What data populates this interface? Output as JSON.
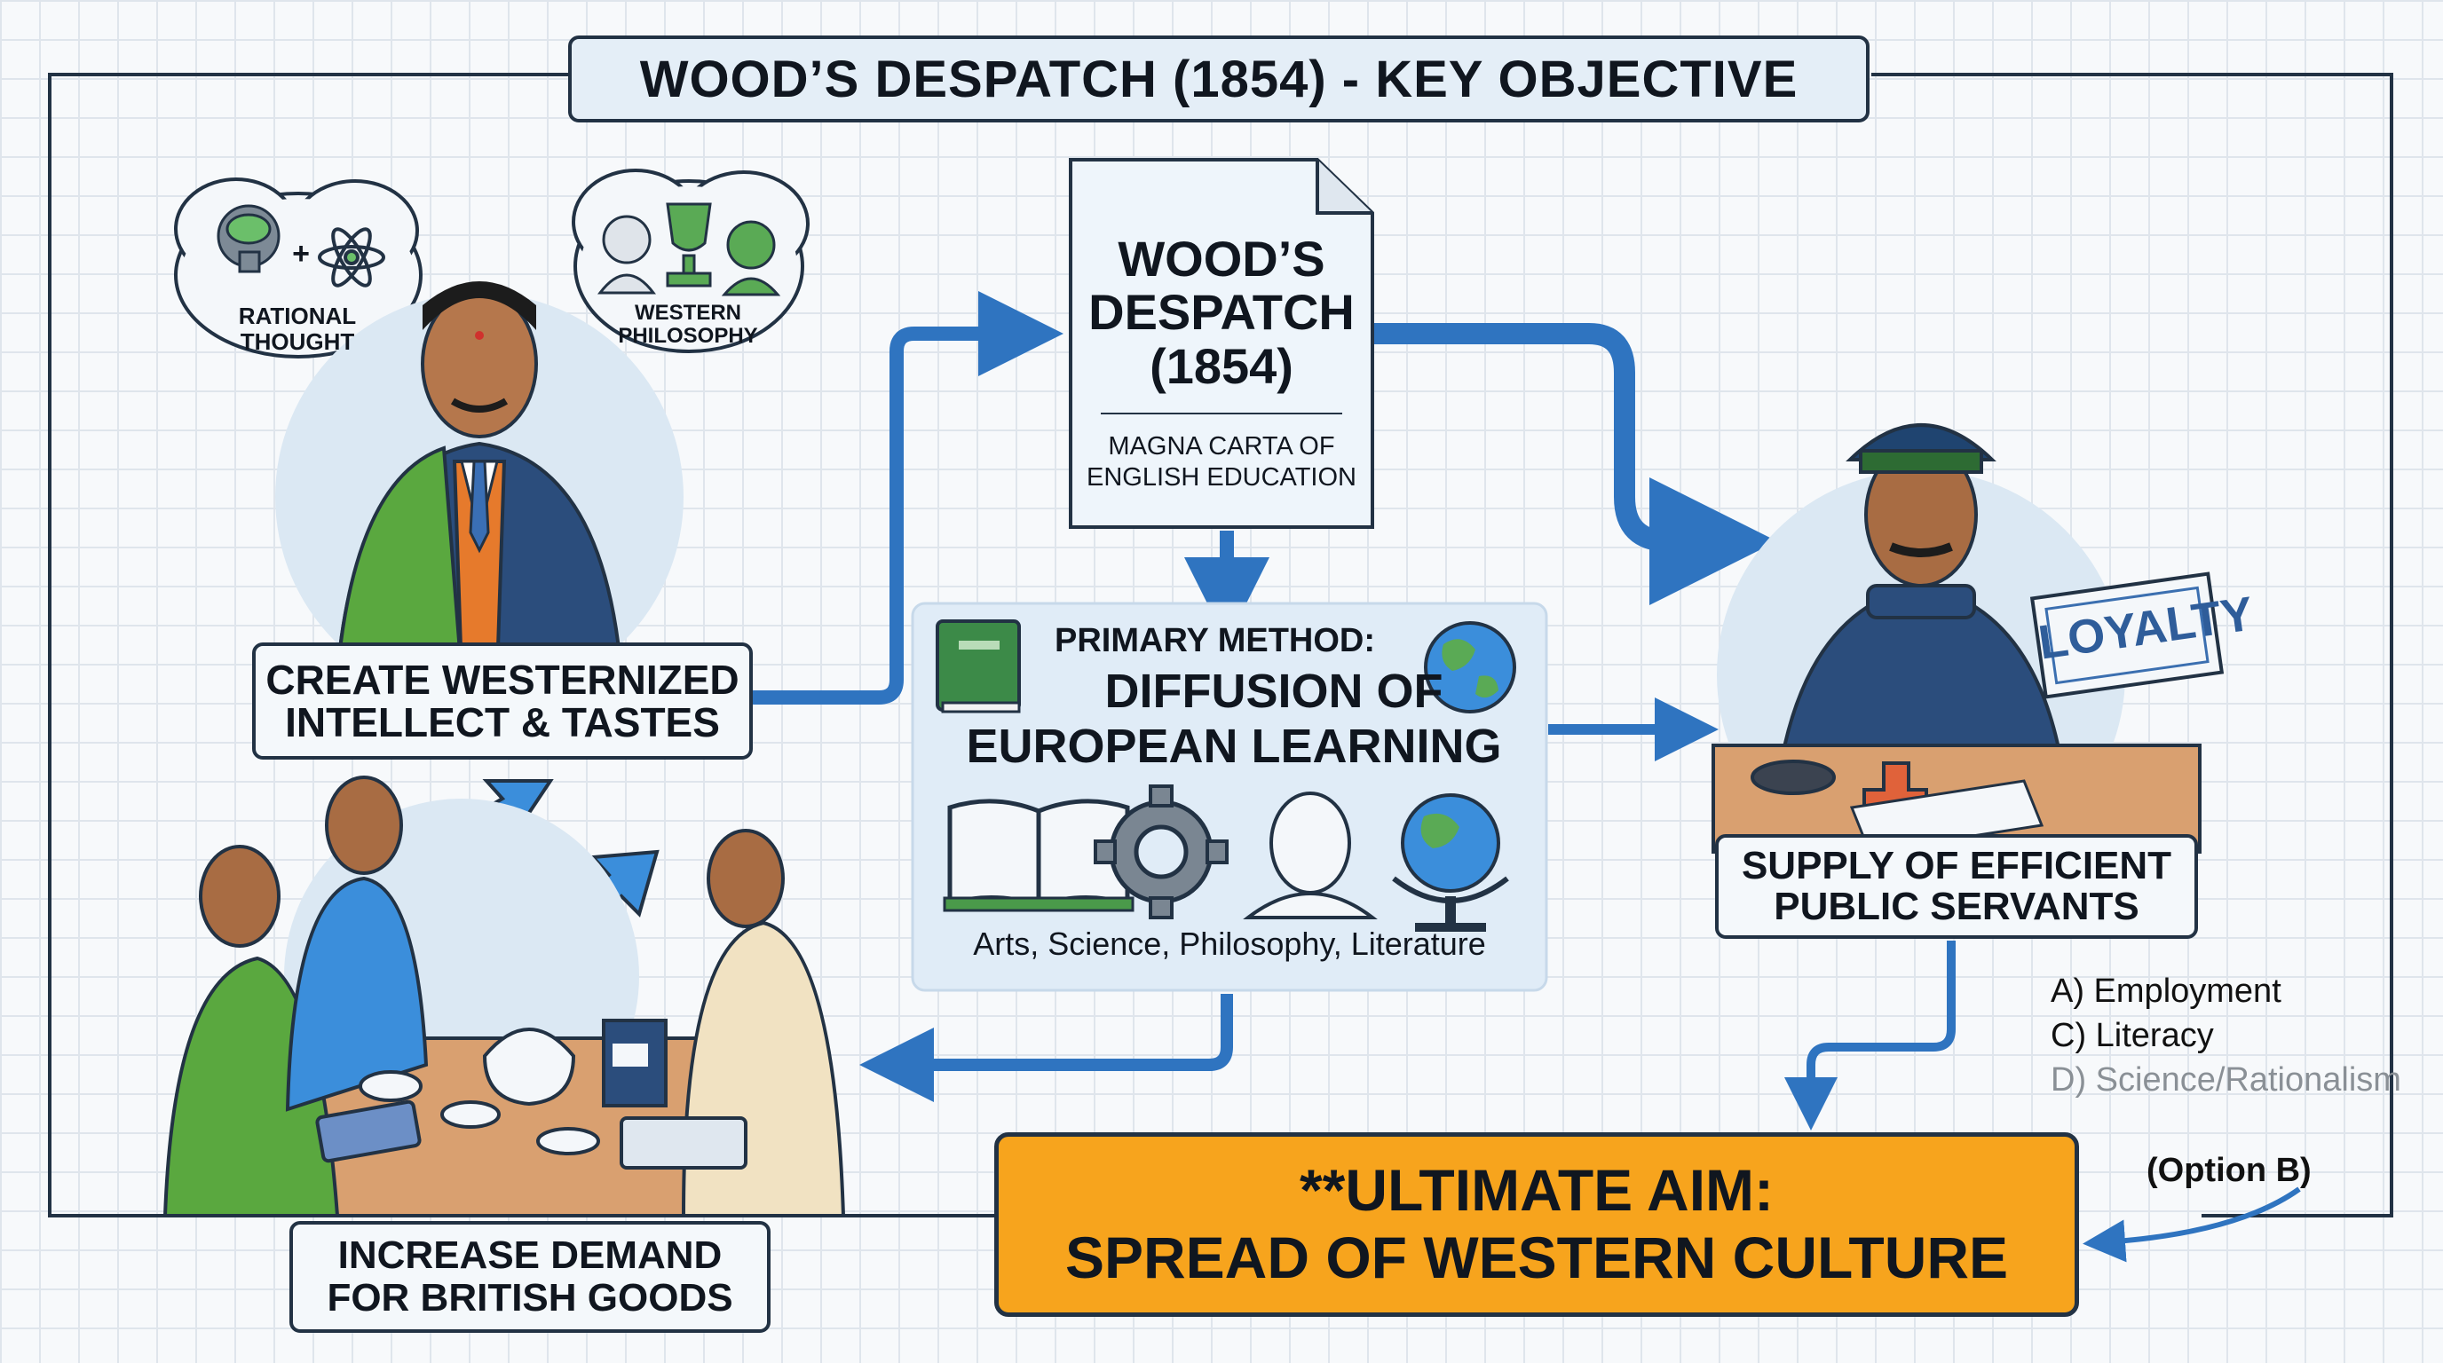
{
  "title": "WOOD’S DESPATCH (1854) - KEY OBJECTIVE",
  "despatch": {
    "line1": "WOOD’S",
    "line2": "DESPATCH",
    "line3": "(1854)",
    "subtitle_line1": "MAGNA CARTA OF",
    "subtitle_line2": "ENGLISH EDUCATION"
  },
  "thought_bubbles": {
    "left_line1": "RATIONAL",
    "left_line2": "THOUGHT",
    "left_plus": "+",
    "right_line1": "WESTERN",
    "right_line2": "PHILOSOPHY"
  },
  "westernized": {
    "line1": "CREATE WESTERNIZED",
    "line2": "INTELLECT & TASTES"
  },
  "method": {
    "label": "PRIMARY METHOD:",
    "headline_line1": "DIFFUSION OF",
    "headline_line2": "EUROPEAN LEARNING",
    "caption": "Arts, Science, Philosophy, Literature"
  },
  "servant": {
    "badge": "LOYALTY",
    "line1": "SUPPLY OF EFFICIENT",
    "line2": "PUBLIC SERVANTS"
  },
  "goods": {
    "line1": "INCREASE DEMAND",
    "line2": "FOR BRITISH GOODS"
  },
  "options": {
    "a": "A) Employment",
    "c": "C) Literacy",
    "d": "D) Science/Rationalism",
    "b": "(Option B)"
  },
  "aim": {
    "line1": "**ULTIMATE AIM:",
    "line2": "SPREAD OF WESTERN CULTURE"
  },
  "colors": {
    "arrow": "#2f74c0",
    "aim_fill": "#f7a41d",
    "box_fill": "#eef5fb",
    "outline": "#223244"
  },
  "icons": [
    "brain-icon",
    "atom-icon",
    "bust-icon",
    "trophy-icon",
    "book-icon",
    "globe-icon",
    "open-book-icon",
    "gear-icon",
    "scholar-bust-icon",
    "globe-stand-icon",
    "cycle-arrows-icon",
    "stamp-icon"
  ]
}
